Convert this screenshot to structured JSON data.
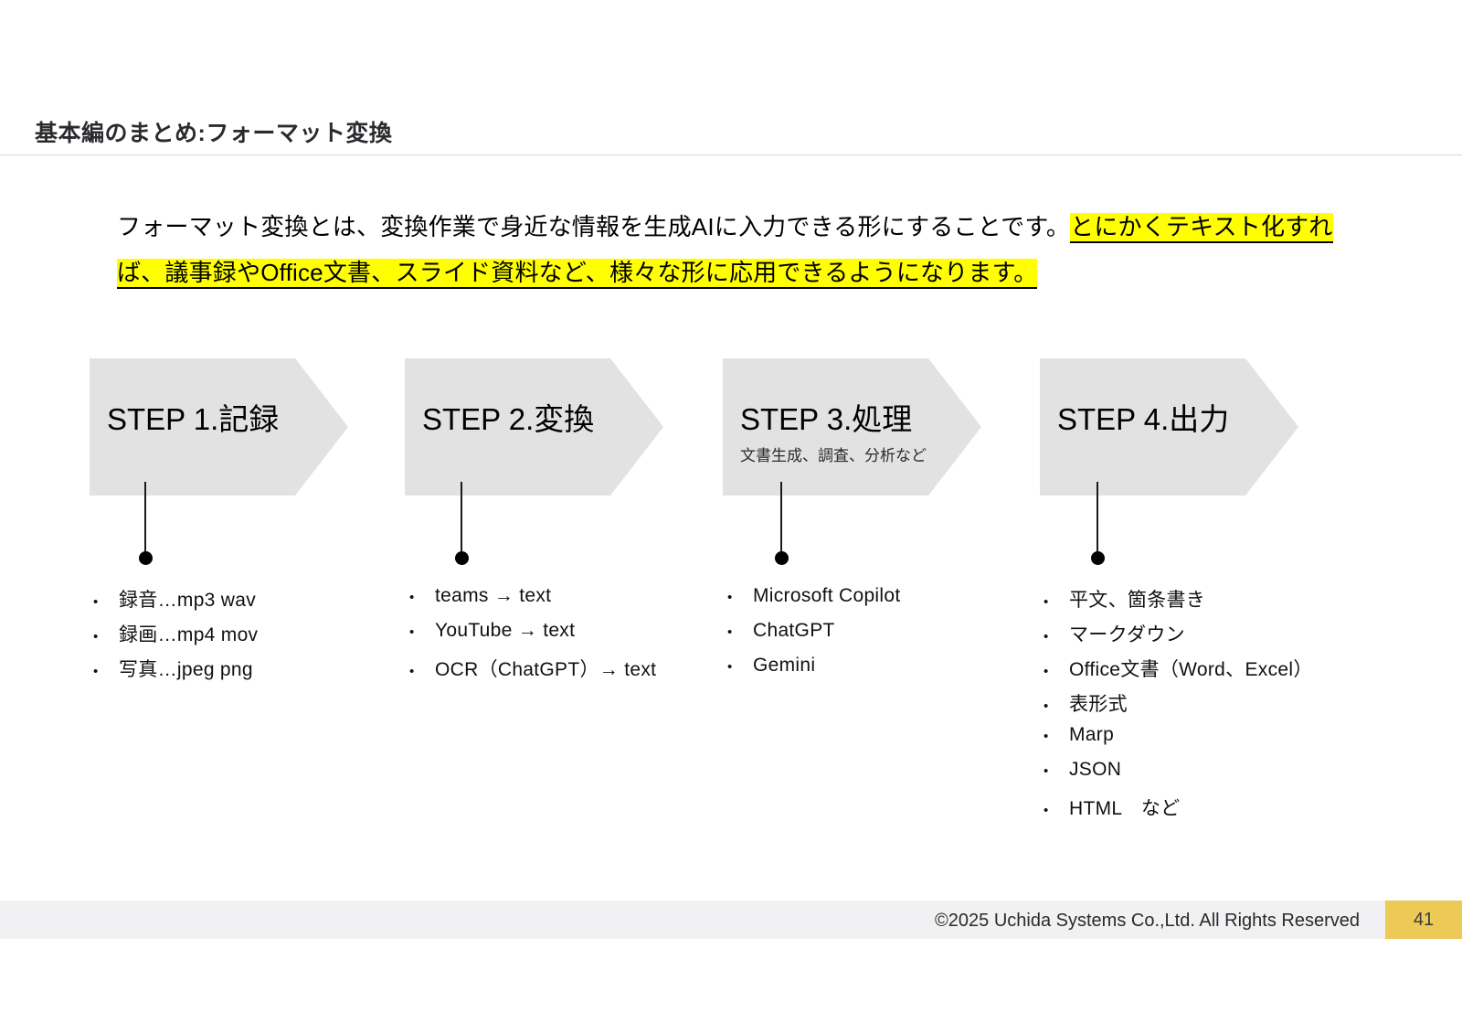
{
  "slide": {
    "title": "基本編のまとめ:フォーマット変換",
    "lead": {
      "plain": "フォーマット変換とは、変換作業で身近な情報を生成AIに入力できる形にすることです。",
      "highlighted": "とにかくテキスト化すれば、議事録やOffice文書、スライド資料など、様々な形に応用できるようになります。"
    },
    "steps": [
      {
        "title": "STEP 1.記録",
        "subtitle": ""
      },
      {
        "title": "STEP 2.変換",
        "subtitle": ""
      },
      {
        "title": "STEP 3.処理",
        "subtitle": "文書生成、調査、分析など"
      },
      {
        "title": "STEP 4.出力",
        "subtitle": ""
      }
    ],
    "bullet_mark": "•",
    "columns": [
      {
        "step": "STEP 1.記録",
        "items": [
          "録音…mp3 wav",
          "録画…mp4 mov",
          "写真…jpeg png"
        ]
      },
      {
        "step": "STEP 2.変換",
        "items": [
          "teams → text",
          "YouTube → text",
          "OCR（ChatGPT）→ text"
        ]
      },
      {
        "step": "STEP 3.処理",
        "items": [
          "Microsoft Copilot",
          "ChatGPT",
          "Gemini"
        ]
      },
      {
        "step": "STEP 4.出力",
        "items": [
          "平文、箇条書き",
          "マークダウン",
          "Office文書（Word、Excel）",
          "表形式",
          "Marp",
          "JSON",
          "HTML　など"
        ]
      }
    ],
    "footer": {
      "copyright": "©2025 Uchida Systems Co.,Ltd. All Rights Reserved",
      "page_number": "41"
    },
    "colors": {
      "highlight": "#ffff00",
      "chevron_fill": "#e2e2e2",
      "footer_bar": "#f1f1f3",
      "page_chip": "#edc956",
      "title_rule": "#d6d6da"
    }
  }
}
